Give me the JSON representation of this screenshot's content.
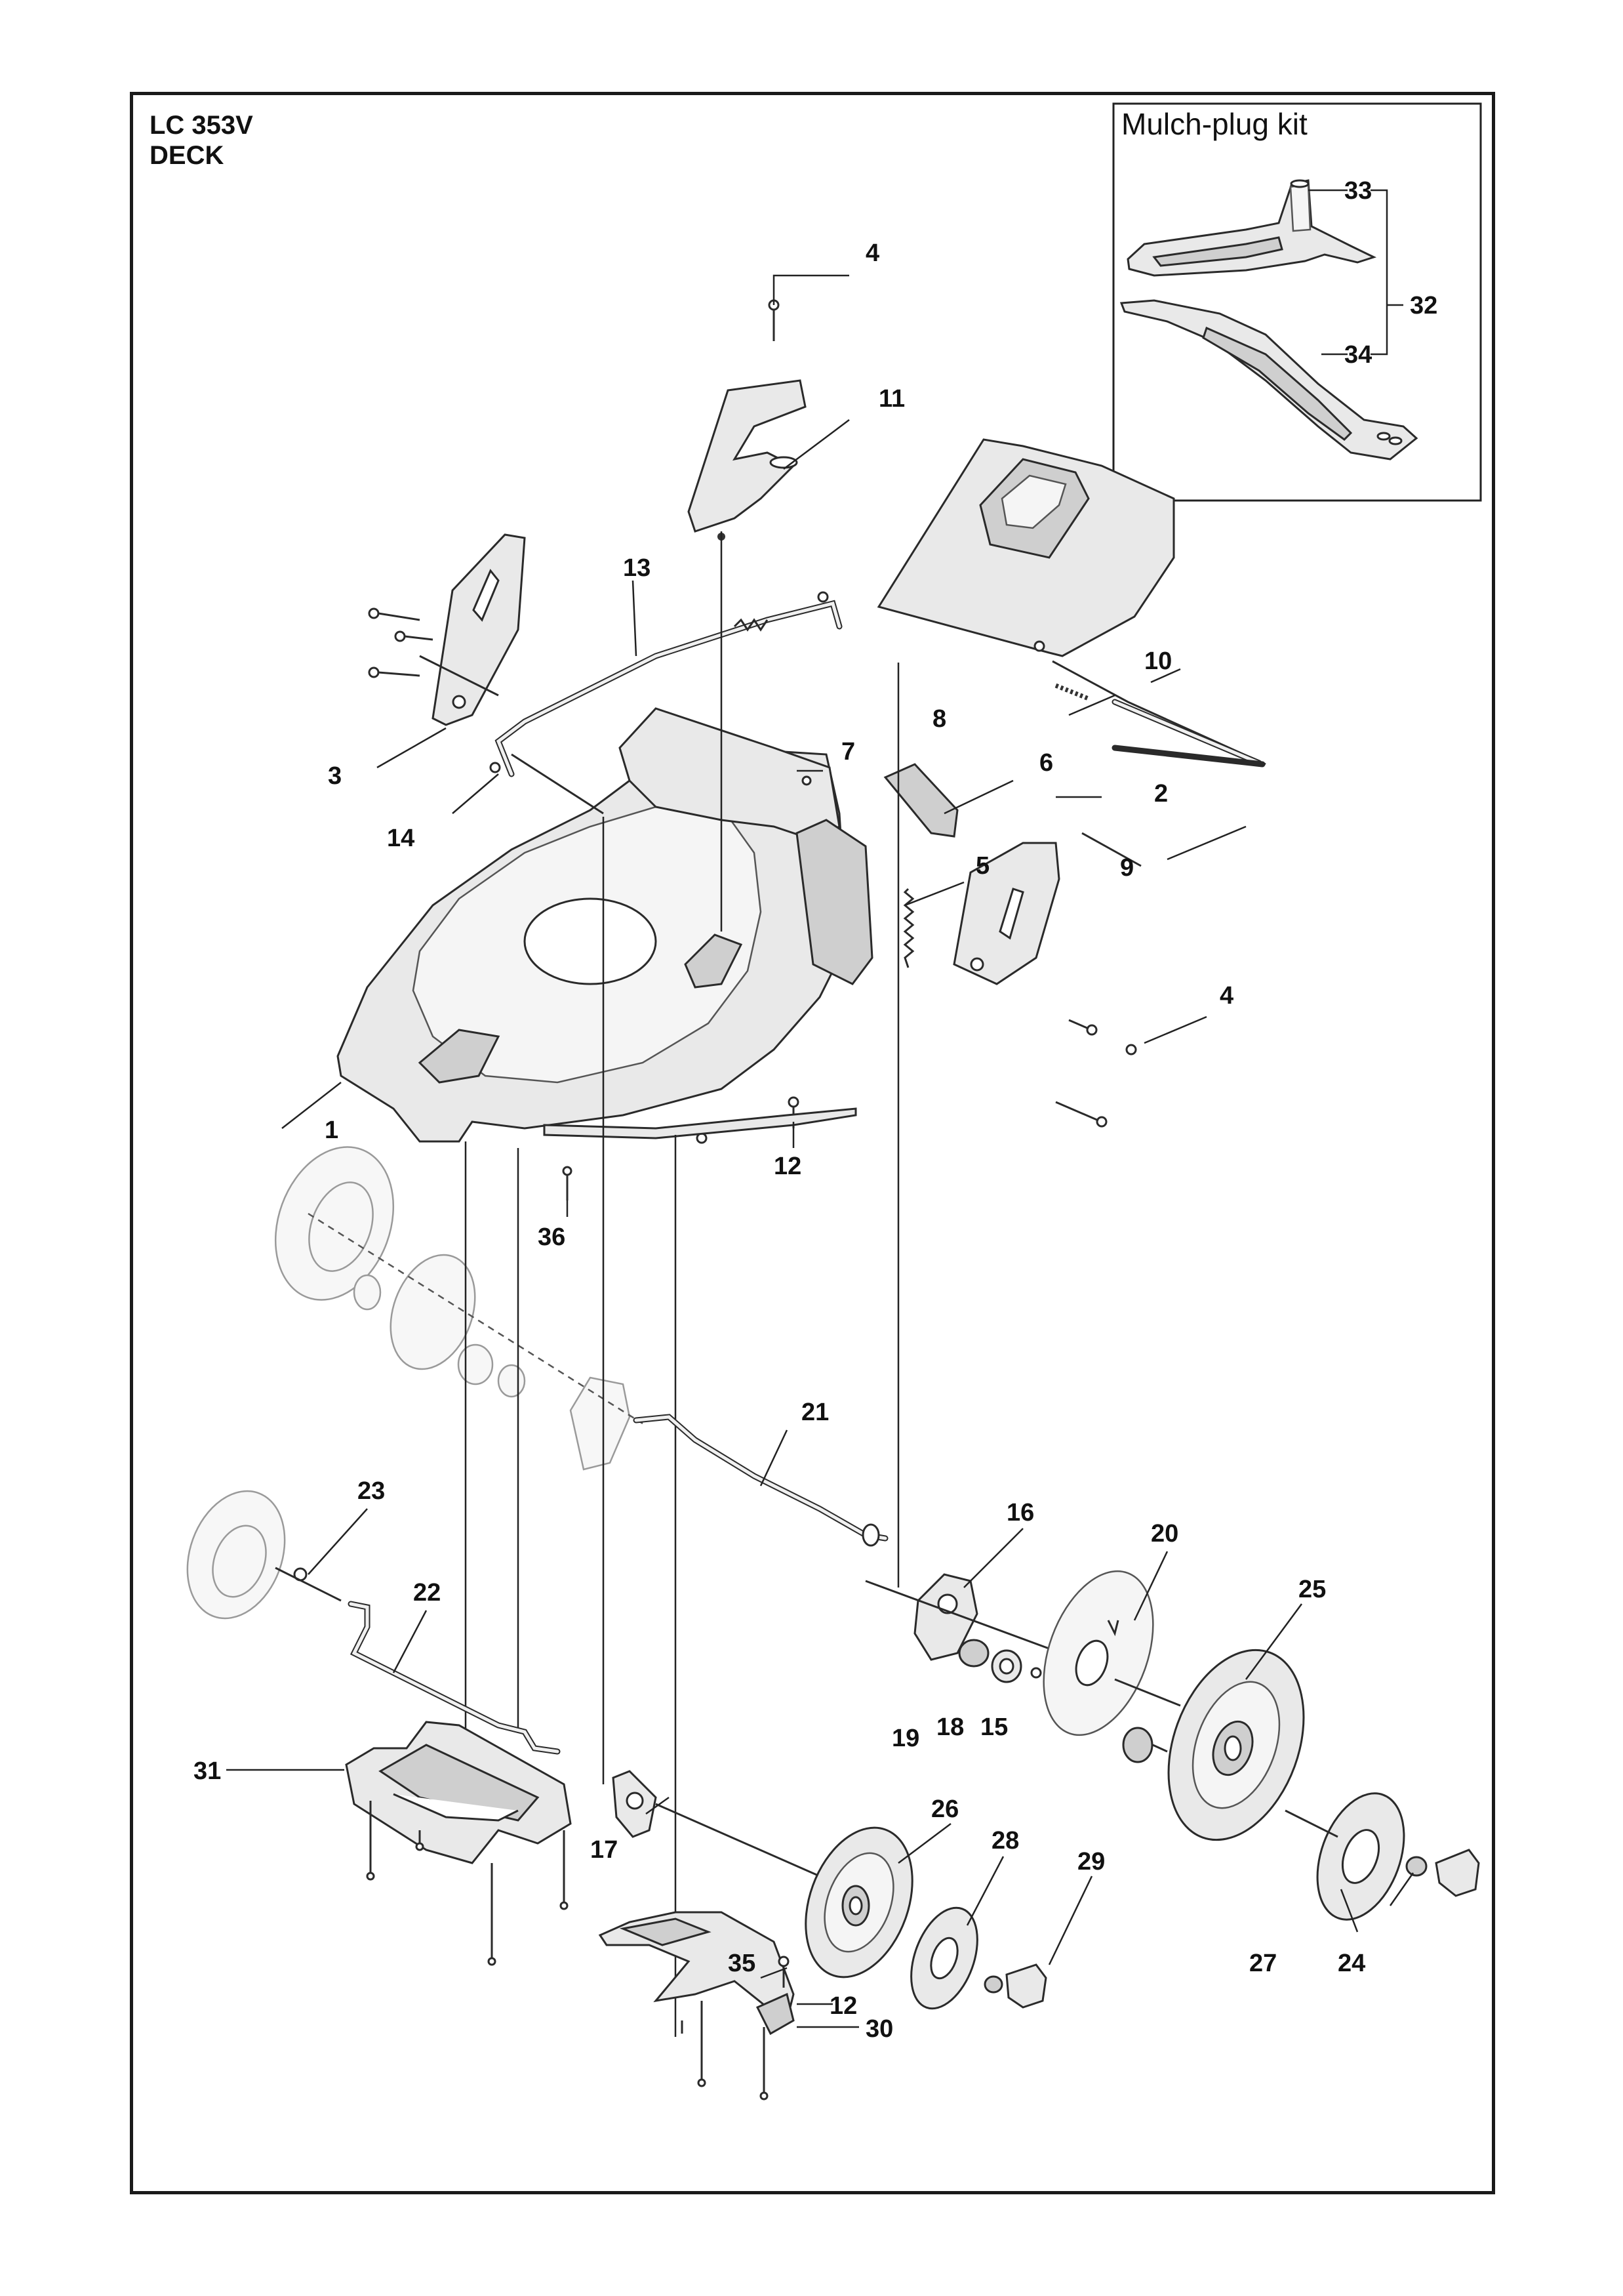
{
  "header": {
    "model": "LC 353V",
    "section": "DECK"
  },
  "inset": {
    "title": "Mulch-plug kit"
  },
  "callouts": [
    {
      "id": "c1",
      "label": "1"
    },
    {
      "id": "c2",
      "label": "2"
    },
    {
      "id": "c3",
      "label": "3"
    },
    {
      "id": "c4a",
      "label": "4"
    },
    {
      "id": "c4b",
      "label": "4"
    },
    {
      "id": "c5",
      "label": "5"
    },
    {
      "id": "c6",
      "label": "6"
    },
    {
      "id": "c7",
      "label": "7"
    },
    {
      "id": "c8",
      "label": "8"
    },
    {
      "id": "c9",
      "label": "9"
    },
    {
      "id": "c10",
      "label": "10"
    },
    {
      "id": "c11",
      "label": "11"
    },
    {
      "id": "c12a",
      "label": "12"
    },
    {
      "id": "c12b",
      "label": "12"
    },
    {
      "id": "c13",
      "label": "13"
    },
    {
      "id": "c14",
      "label": "14"
    },
    {
      "id": "c15",
      "label": "15"
    },
    {
      "id": "c16",
      "label": "16"
    },
    {
      "id": "c17",
      "label": "17"
    },
    {
      "id": "c18",
      "label": "18"
    },
    {
      "id": "c19",
      "label": "19"
    },
    {
      "id": "c20",
      "label": "20"
    },
    {
      "id": "c21",
      "label": "21"
    },
    {
      "id": "c22",
      "label": "22"
    },
    {
      "id": "c23",
      "label": "23"
    },
    {
      "id": "c24",
      "label": "24"
    },
    {
      "id": "c25",
      "label": "25"
    },
    {
      "id": "c26",
      "label": "26"
    },
    {
      "id": "c27",
      "label": "27"
    },
    {
      "id": "c28",
      "label": "28"
    },
    {
      "id": "c29",
      "label": "29"
    },
    {
      "id": "c30",
      "label": "30"
    },
    {
      "id": "c31",
      "label": "31"
    },
    {
      "id": "c32",
      "label": "32"
    },
    {
      "id": "c33",
      "label": "33"
    },
    {
      "id": "c34",
      "label": "34"
    },
    {
      "id": "c35",
      "label": "35"
    },
    {
      "id": "c36",
      "label": "36"
    }
  ]
}
